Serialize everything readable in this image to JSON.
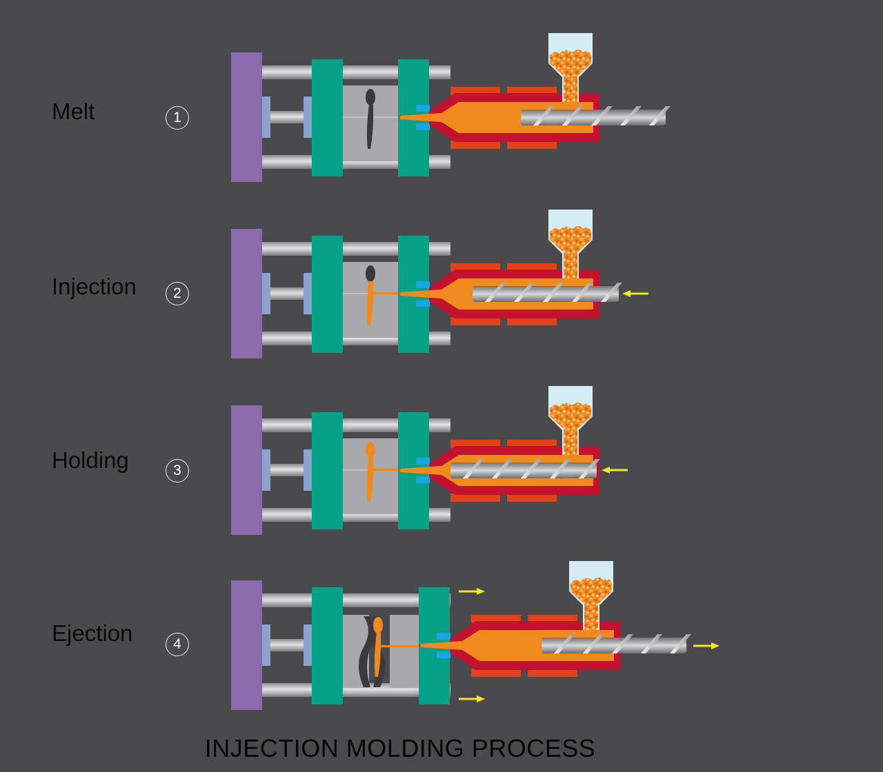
{
  "stages": [
    {
      "label": "Melt",
      "number": "1"
    },
    {
      "label": "Injection",
      "number": "2"
    },
    {
      "label": "Holding",
      "number": "3"
    },
    {
      "label": "Ejection",
      "number": "4"
    }
  ],
  "title": "INJECTION MOLDING PROCESS",
  "colors": {
    "background": "#4a4a4c",
    "clamp_plate": "#8b6aab",
    "platen": "#07a187",
    "mold": "#a9a9ab",
    "tie_bar": "#b9b9bb",
    "barrel": "#c4112f",
    "heater_band": "#e2421a",
    "melt": "#f08a1e",
    "screw": "#a5a5a7",
    "hopper": "#d4ecf5",
    "arrow": "#f6e61c",
    "nozzle_seat": "#17a6dd"
  },
  "icons": [
    "arrow-left-icon",
    "arrow-right-icon"
  ]
}
